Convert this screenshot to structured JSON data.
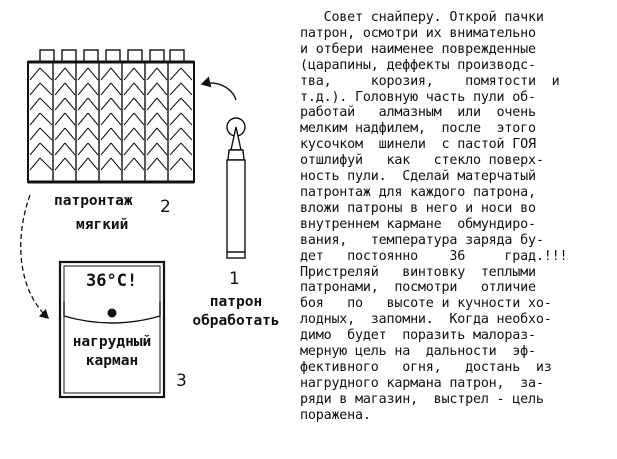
{
  "figure": {
    "cartridge_label_1": "патрон",
    "cartridge_label_2": "обработать",
    "cartridge_number": "1",
    "bandolier_label_1": "патронтаж",
    "bandolier_label_2": "мягкий",
    "bandolier_number": "2",
    "pocket_temperature": "36°С!",
    "pocket_label_1": "нагрудный",
    "pocket_label_2": "карман",
    "pocket_number": "3"
  },
  "tip_lines": [
    "   Совет снайперу. Открой пачки",
    "патрон, осмотри их внимательно",
    "и отбери наименее поврежденные",
    "(царапины, деффекты производс-",
    "тва,     корозия,    помятости  и",
    "т.д.). Головную часть пули об-",
    "работай   алмазным  или  очень",
    "мелким надфилем,  после  этого",
    "кусочком  шинели  с пастой ГОЯ",
    "отшлифуй   как   стекло поверх-",
    "ность пули.  Сделай матерчатый",
    "патронтаж для каждого патрона,",
    "вложи патроны в него и носи во",
    "внутреннем кармане  обмундиро-",
    "вания,   температура заряда бу-",
    "дет   постоянно    36     град.!!!",
    "Пристреляй   винтовку  теплыми",
    "патронами,  посмотри   отличие",
    "боя   по   высоте и кучности хо-",
    "лодных,  запомни.  Когда необхо-",
    "димо  будет  поразить малораз-",
    "мерную цель на  дальности  эф-",
    "фективного   огня,   достань  из",
    "нагрудного кармана патрон,  за-",
    "ряди в магазин,  выстрел - цель",
    "поражена."
  ]
}
